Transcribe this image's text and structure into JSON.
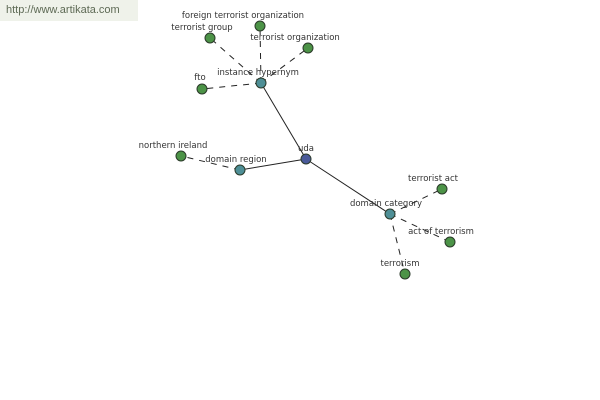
{
  "watermark": {
    "text": "http://www.artikata.com"
  },
  "colors": {
    "center": "#4a5a9a",
    "hub": "#4e8f96",
    "leaf": "#4c9347",
    "stroke": "#2b3a2a"
  },
  "nodes": [
    {
      "id": "uda",
      "label": "uda",
      "kind": "center"
    },
    {
      "id": "instance-hypernym",
      "label": "instance hypernym",
      "kind": "hub"
    },
    {
      "id": "domain-region",
      "label": "domain region",
      "kind": "hub"
    },
    {
      "id": "domain-category",
      "label": "domain category",
      "kind": "hub"
    },
    {
      "id": "foreign-terrorist-organization",
      "label": "foreign terrorist organization",
      "kind": "leaf"
    },
    {
      "id": "terrorist-group",
      "label": "terrorist group",
      "kind": "leaf"
    },
    {
      "id": "terrorist-organization",
      "label": "terrorist organization",
      "kind": "leaf"
    },
    {
      "id": "fto",
      "label": "fto",
      "kind": "leaf"
    },
    {
      "id": "northern-ireland",
      "label": "northern ireland",
      "kind": "leaf"
    },
    {
      "id": "terrorist-act",
      "label": "terrorist act",
      "kind": "leaf"
    },
    {
      "id": "act-of-terrorism",
      "label": "act of terrorism",
      "kind": "leaf"
    },
    {
      "id": "terrorism",
      "label": "terrorism",
      "kind": "leaf"
    }
  ],
  "edges": [
    {
      "from": "uda",
      "to": "instance-hypernym",
      "style": "solid"
    },
    {
      "from": "uda",
      "to": "domain-region",
      "style": "solid"
    },
    {
      "from": "uda",
      "to": "domain-category",
      "style": "solid"
    },
    {
      "from": "instance-hypernym",
      "to": "foreign-terrorist-organization",
      "style": "dashed"
    },
    {
      "from": "instance-hypernym",
      "to": "terrorist-group",
      "style": "dashed"
    },
    {
      "from": "instance-hypernym",
      "to": "terrorist-organization",
      "style": "dashed"
    },
    {
      "from": "instance-hypernym",
      "to": "fto",
      "style": "dashed"
    },
    {
      "from": "domain-region",
      "to": "northern-ireland",
      "style": "dashed"
    },
    {
      "from": "domain-category",
      "to": "terrorist-act",
      "style": "dashed"
    },
    {
      "from": "domain-category",
      "to": "act-of-terrorism",
      "style": "dashed"
    },
    {
      "from": "domain-category",
      "to": "terrorism",
      "style": "dashed"
    }
  ]
}
